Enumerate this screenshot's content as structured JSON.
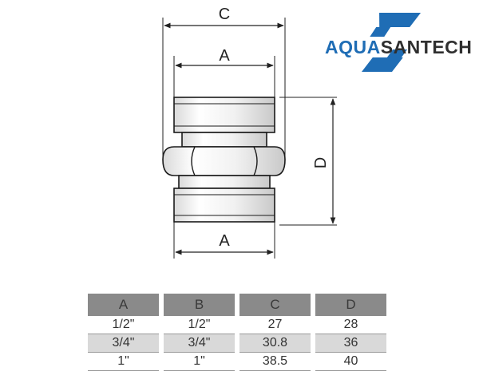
{
  "brand": {
    "part1": "AQUA",
    "part2": "SANTECH",
    "color_primary": "#1f6db5",
    "color_secondary": "#2f2f2f"
  },
  "dimension_labels": {
    "c": "C",
    "a_top": "A",
    "a_bottom": "A",
    "d": "D"
  },
  "table": {
    "headers": [
      "A",
      "B",
      "C",
      "D"
    ],
    "rows": [
      [
        "1/2\"",
        "1/2\"",
        "27",
        "28"
      ],
      [
        "3/4\"",
        "3/4\"",
        "30.8",
        "36"
      ],
      [
        "1\"",
        "1\"",
        "38.5",
        "40"
      ]
    ]
  }
}
